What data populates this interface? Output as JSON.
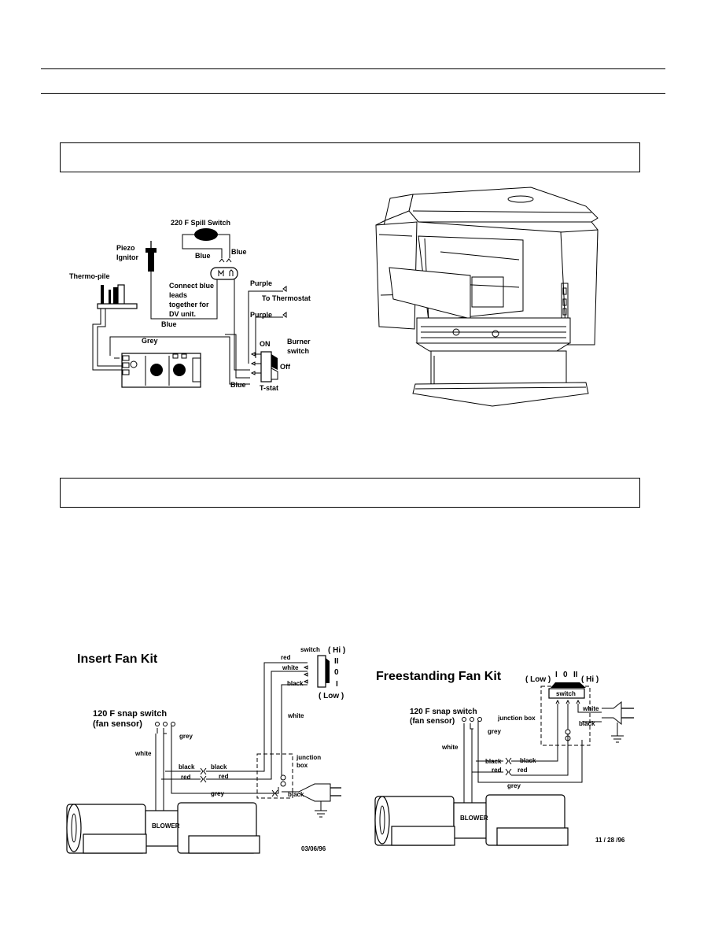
{
  "wiring_diagram": {
    "spill_switch": "220 F Spill Switch",
    "blue_1": "Blue",
    "blue_2": "Blue",
    "piezo": "Piezo",
    "ignitor": "Ignitor",
    "thermopile": "Thermo-pile",
    "connect_1": "Connect blue",
    "connect_2": "leads",
    "connect_3": "together for",
    "connect_4": "DV unit.",
    "purple_1": "Purple",
    "to_thermostat": "To Thermostat",
    "purple_2": "Purple",
    "blue_3": "Blue",
    "grey": "Grey",
    "on": "ON",
    "burner_1": "Burner",
    "burner_2": "switch",
    "off": "Off",
    "blue_4": "Blue",
    "tstat": "T-stat"
  },
  "insert_fan_kit": {
    "title": "Insert Fan Kit",
    "switch_label": "switch",
    "hi": "( Hi )",
    "low": "( Low )",
    "pos_ii": "II",
    "pos_0": "0",
    "pos_i": "I",
    "red": "red",
    "white": "white",
    "black": "black",
    "snap_1": "120 F snap switch",
    "snap_2": "(fan sensor)",
    "white_v": "white",
    "grey_1": "grey",
    "white_l": "white",
    "black_l": "black",
    "black_r": "black",
    "red_l": "red",
    "red_r": "red",
    "grey_2": "grey",
    "junction_1": "junction",
    "junction_2": "box",
    "black_plug": "black",
    "blower": "BLOWER",
    "date": "03/06/96"
  },
  "freestanding_fan_kit": {
    "title": "Freestanding Fan Kit",
    "low": "( Low )",
    "pos_i": "I",
    "pos_0": "0",
    "pos_ii": "II",
    "hi": "( Hi )",
    "switch_label": "switch",
    "snap_1": "120 F snap switch",
    "snap_2": "(fan sensor)",
    "junction": "junction box",
    "white_plug": "white",
    "black_plug": "black",
    "grey_1": "grey",
    "white_l": "white",
    "black_l": "black",
    "black_r": "black",
    "red_l": "red",
    "red_r": "red",
    "grey_2": "grey",
    "blower": "BLOWER",
    "date": "11 / 28 /96"
  }
}
